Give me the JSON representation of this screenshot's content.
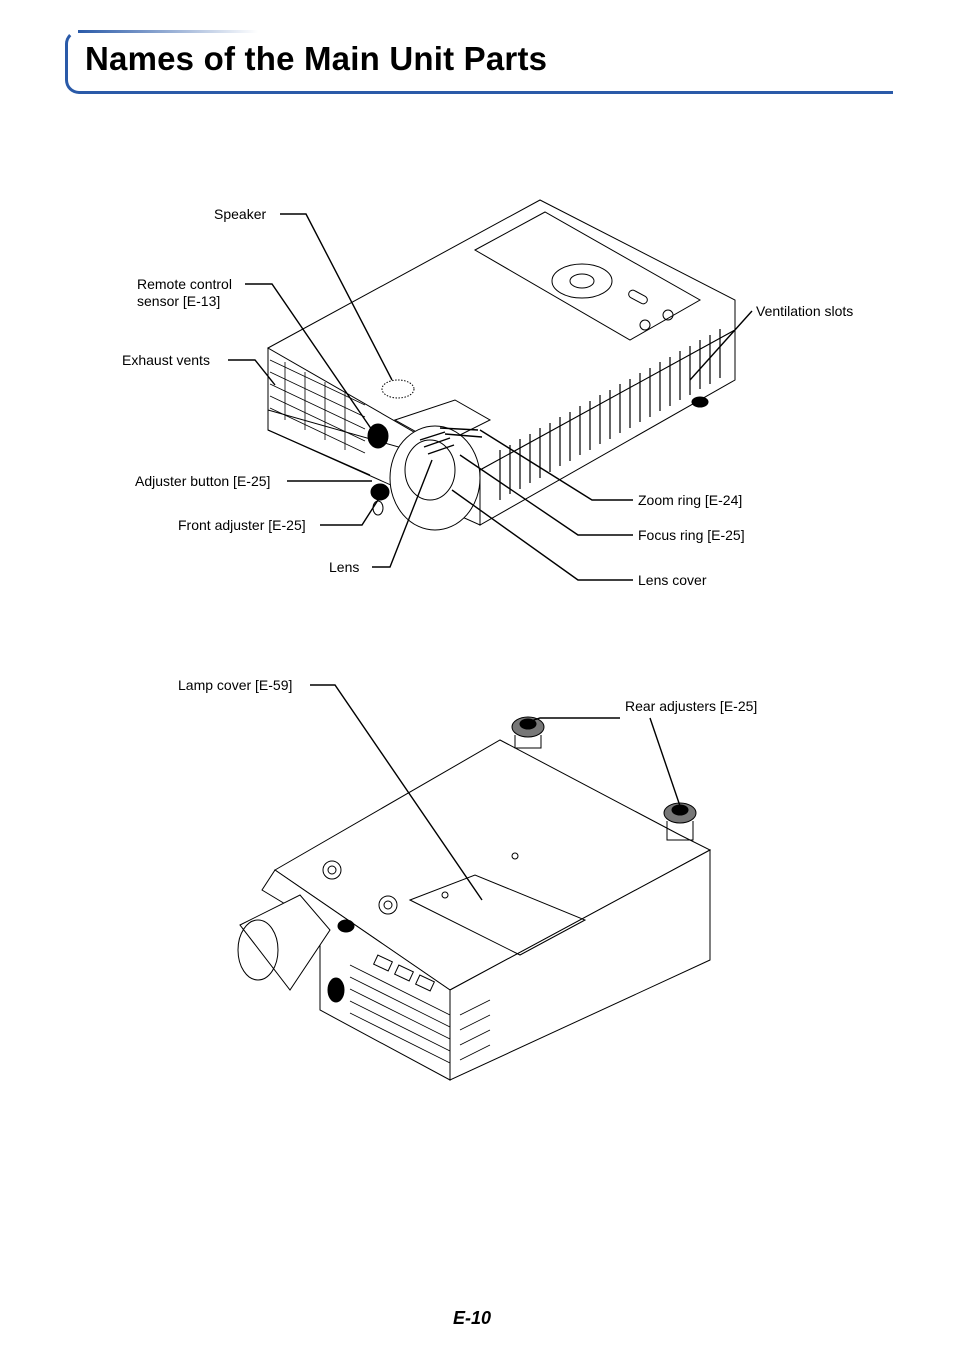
{
  "header": {
    "title": "Names of the Main Unit Parts"
  },
  "top_view": {
    "labels": {
      "speaker": "Speaker",
      "remote_sensor_line1": "Remote control",
      "remote_sensor_line2": "sensor [E-13]",
      "exhaust_vents": "Exhaust vents",
      "adjuster_button": "Adjuster button [E-25]",
      "front_adjuster": "Front adjuster [E-25]",
      "lens": "Lens",
      "ventilation_slots": "Ventilation slots",
      "zoom_ring": "Zoom ring [E-24]",
      "focus_ring": "Focus ring [E-25]",
      "lens_cover": "Lens cover"
    }
  },
  "bottom_view": {
    "labels": {
      "lamp_cover": "Lamp cover [E-59]",
      "rear_adjusters": "Rear adjusters [E-25]"
    }
  },
  "footer": {
    "page_number": "E-10"
  }
}
